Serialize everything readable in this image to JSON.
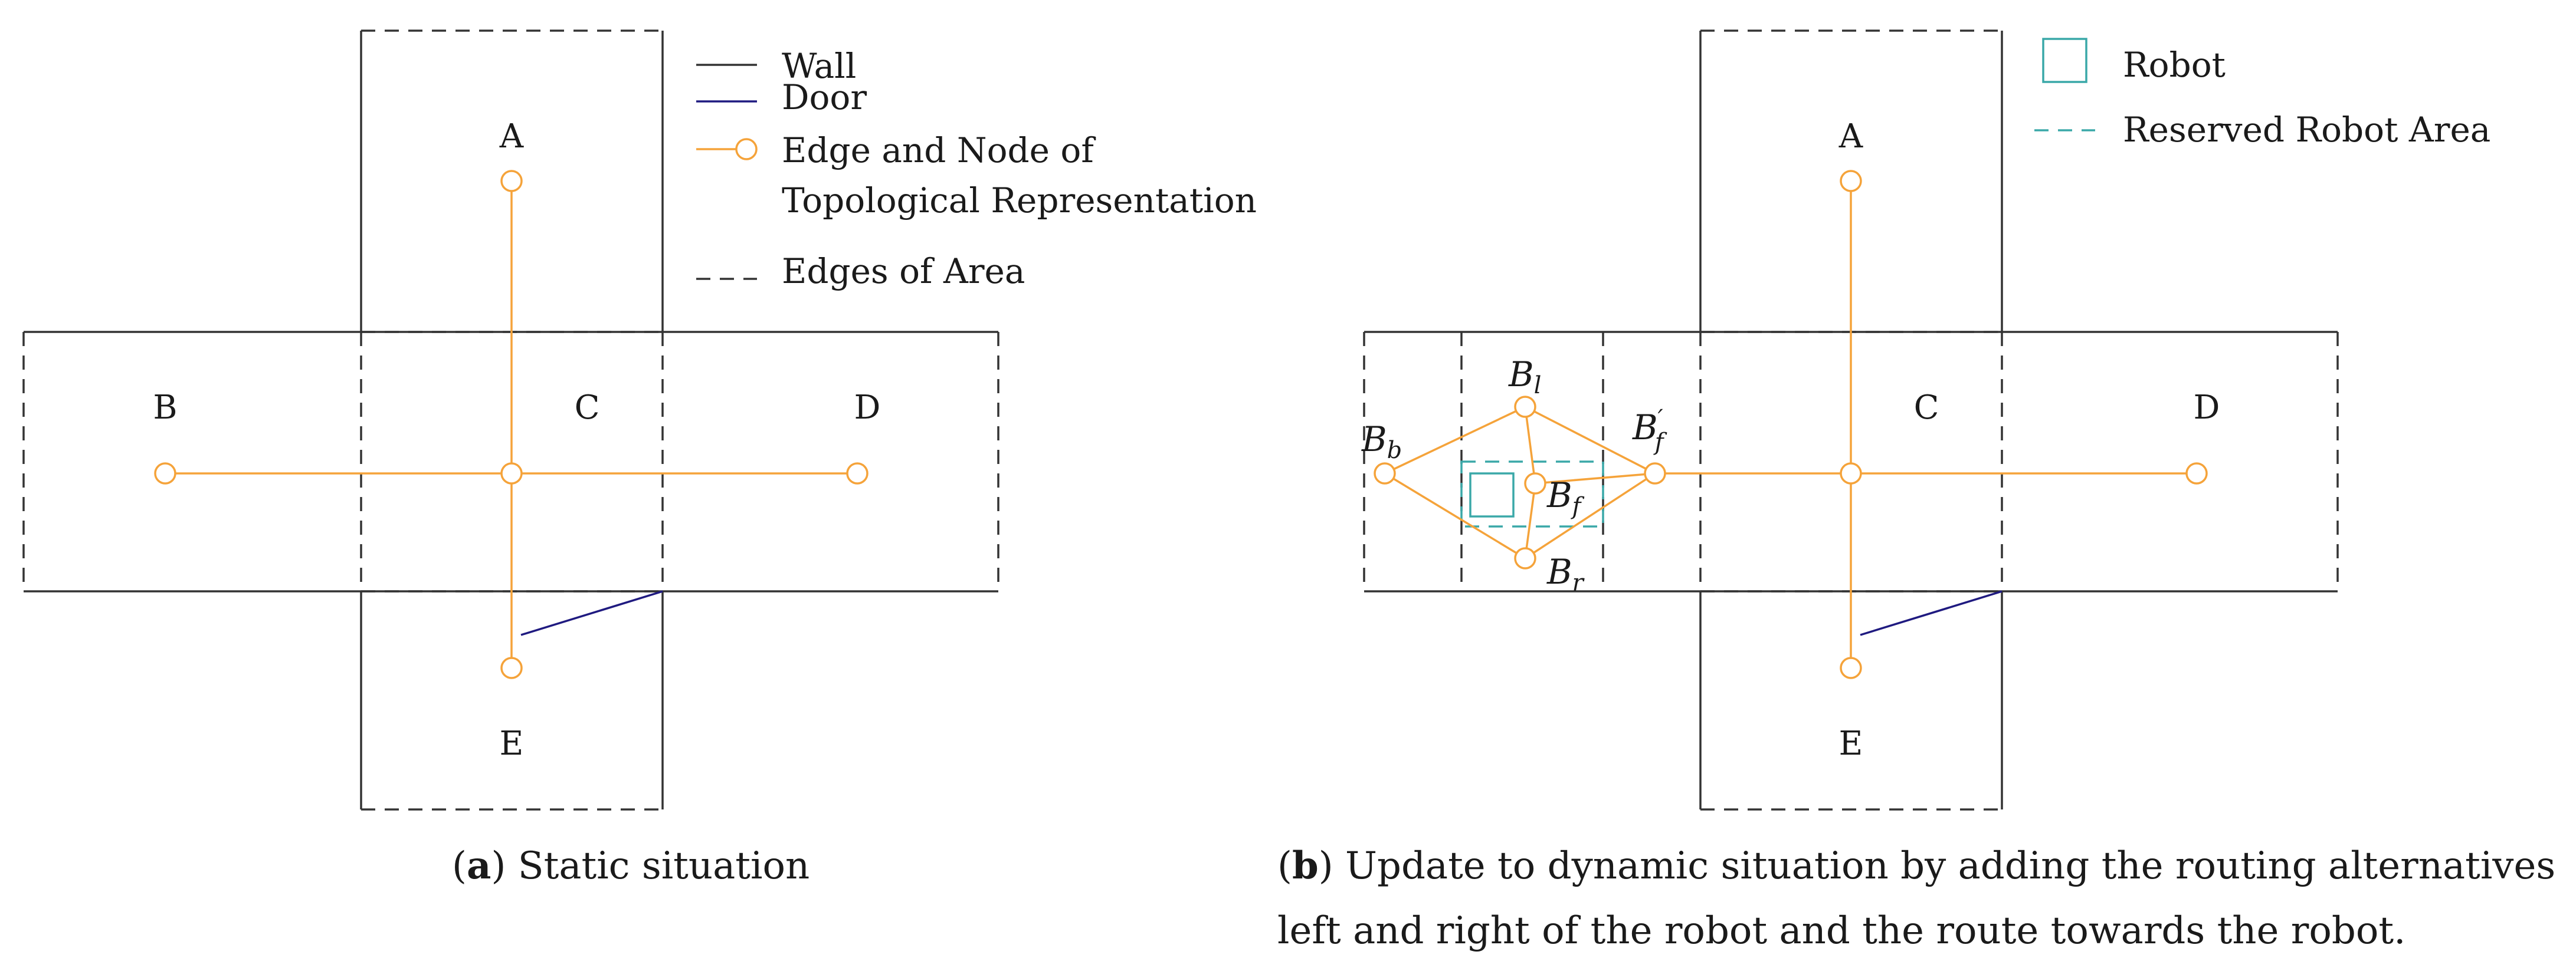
{
  "colors": {
    "wall": "#333333",
    "door": "#1f1a80",
    "topology": "#f5a33a",
    "robot": "#3aa8a8",
    "text": "#1a1a1a"
  },
  "panel_a": {
    "legend": {
      "wall": "Wall",
      "door": "Door",
      "edge_node_line1": "Edge and Node of",
      "edge_node_line2": "Topological Representation",
      "area_edges": "Edges of Area"
    },
    "labels": {
      "A": "A",
      "B": "B",
      "C": "C",
      "D": "D",
      "E": "E"
    },
    "caption": {
      "letter": "a",
      "text": " Static situation"
    }
  },
  "panel_b": {
    "legend": {
      "robot": "Robot",
      "reserved": "Reserved Robot Area"
    },
    "labels": {
      "A": "A",
      "C": "C",
      "D": "D",
      "E": "E",
      "B": "B",
      "b": "b",
      "l": "l",
      "f": "f",
      "r": "r",
      "prime": "′"
    },
    "caption": {
      "letter": "b",
      "text_line1": " Update to dynamic situation by adding the routing alternatives",
      "text_line2": "left and right of the robot and the route towards the robot."
    }
  }
}
